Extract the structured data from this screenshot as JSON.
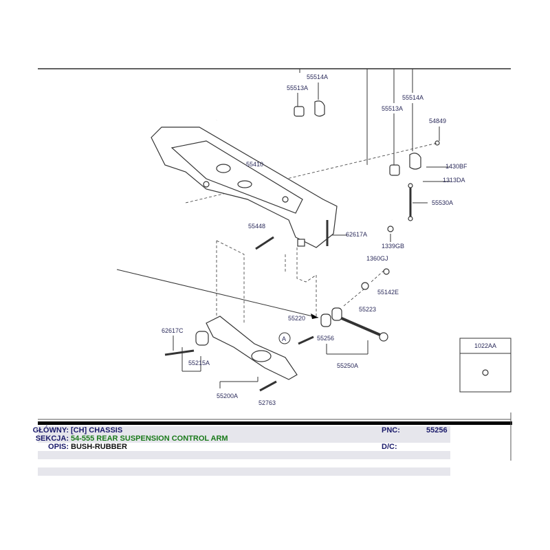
{
  "diagram": {
    "labels": {
      "l55514A_1": "55514A",
      "l55513A_1": "55513A",
      "l55514A_2": "55514A",
      "l55513A_2": "55513A",
      "l54849": "54849",
      "l1430BF": "1430BF",
      "l1313DA": "1313DA",
      "l55530A": "55530A",
      "l55410": "55410",
      "l55448": "55448",
      "l62617A": "62617A",
      "l1339GB": "1339GB",
      "l1360GJ": "1360GJ",
      "l55142E": "55142E",
      "l55223": "55223",
      "l55220": "55220",
      "l55256": "55256",
      "l55250A": "55250A",
      "l62617C": "62617C",
      "l55215A": "55215A",
      "l55200A": "55200A",
      "l52763": "52763",
      "callout_a": "A",
      "l1022AA": "1022AA"
    }
  },
  "info": {
    "group_key": "GŁÓWNY:",
    "group_val": "[CH]  CHASSIS",
    "section_key": "SEKCJA:",
    "section_val": "54-555  REAR SUSPENSION CONTROL ARM",
    "desc_key": "OPIS:",
    "desc_val": "BUSH-RUBBER",
    "pnc_key": "PNC:",
    "pnc_val": "55256",
    "dc_key": "D/C:"
  },
  "colors": {
    "section": "#1a7a1a",
    "key": "#1a1a6a"
  }
}
